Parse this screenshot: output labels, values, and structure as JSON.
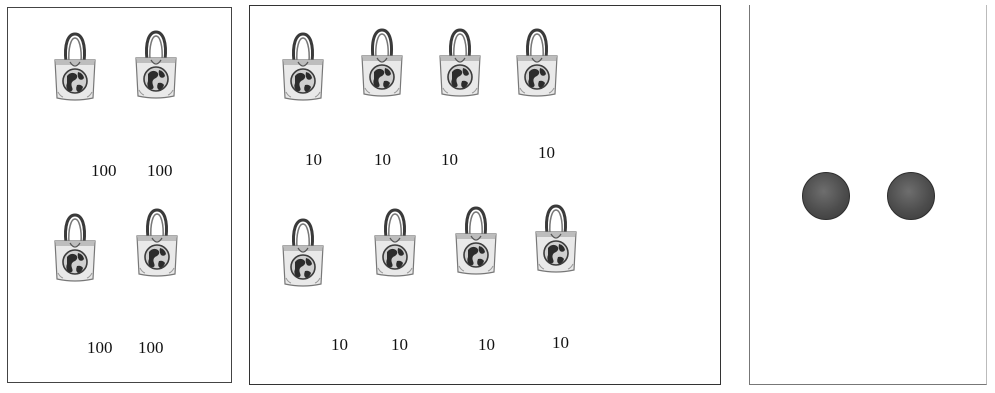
{
  "panels": {
    "hundreds": {
      "bag_count": 4,
      "labels": [
        "100",
        "100",
        "100",
        "100"
      ]
    },
    "tens": {
      "bag_count": 8,
      "labels": [
        "10",
        "10",
        "10",
        "10",
        "10",
        "10",
        "10",
        "10"
      ]
    },
    "ones": {
      "dot_count": 2
    }
  },
  "icons": {
    "bag": "tote-bag-globe-icon",
    "dot": "counter-dot"
  }
}
